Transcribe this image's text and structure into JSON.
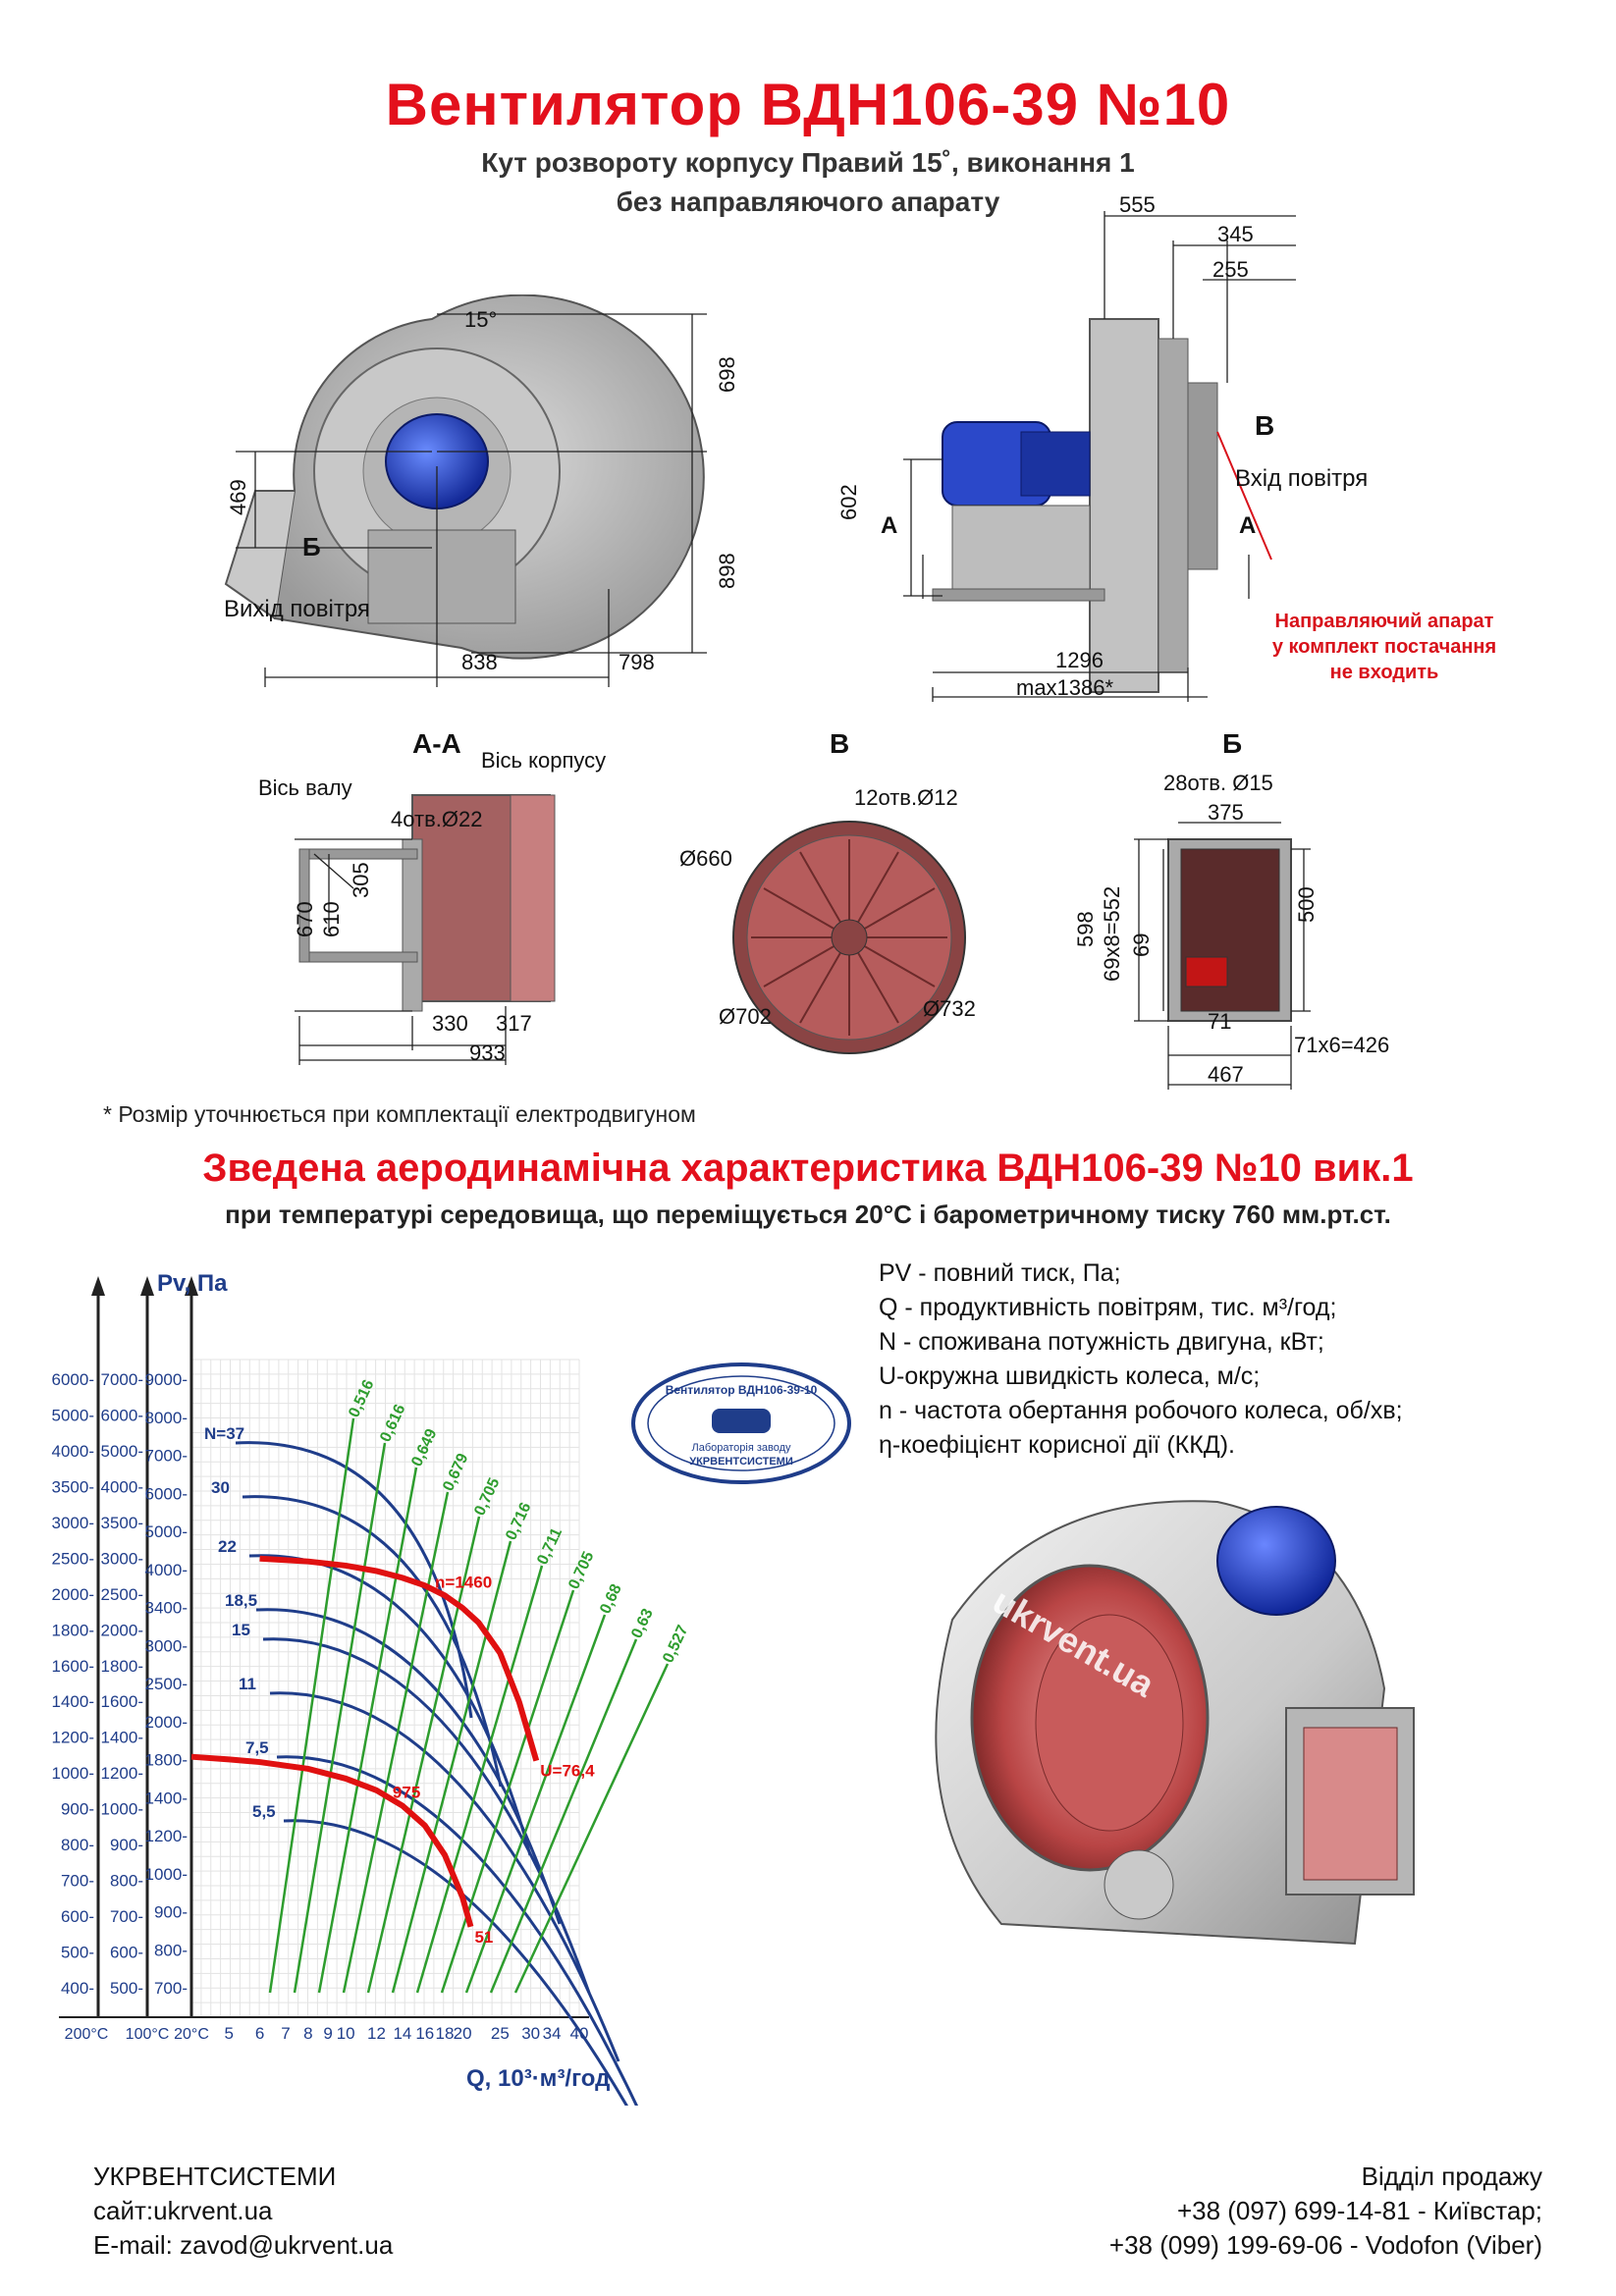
{
  "title": "Вентилятор  ВДН106-39 №10",
  "subtitle1": "Кут розвороту корпусу Правий 15˚, виконання 1",
  "subtitle2": "без направляючого апарату",
  "front_view": {
    "angle": "15°",
    "dim_469": "469",
    "dim_698": "698",
    "dim_898": "898",
    "dim_838": "838",
    "dim_798": "798",
    "label_b": "Б",
    "outlet": "Вихід повітря"
  },
  "side_view": {
    "dim_555": "555",
    "dim_345": "345",
    "dim_255": "255",
    "dim_602": "602",
    "dim_1296": "1296",
    "dim_max": "max1386*",
    "label_v": "В",
    "inlet": "Вхід повітря",
    "label_a_left": "А",
    "label_a_right": "А",
    "note_line1": "Направляючий апарат",
    "note_line2": "у комплект постачання",
    "note_line3": "не входить"
  },
  "section_aa": {
    "header": "А-А",
    "shaft_axis": "Вісь валу",
    "body_axis": "Вісь корпусу",
    "holes": "4отв.Ø22",
    "dim_670": "670",
    "dim_610": "610",
    "dim_305": "305",
    "dim_330": "330",
    "dim_317": "317",
    "dim_933": "933"
  },
  "view_v": {
    "header": "В",
    "holes": "12отв.Ø12",
    "d660": "Ø660",
    "d702": "Ø702",
    "d732": "Ø732"
  },
  "view_b": {
    "header": "Б",
    "holes": "28отв. Ø15",
    "dim_375": "375",
    "dim_598": "598",
    "dim_69x8": "69х8=552",
    "dim_69": "69",
    "dim_500": "500",
    "dim_71": "71",
    "dim_71x6": "71х6=426",
    "dim_467": "467"
  },
  "footnote": "* Розмір уточнюється при комплектації електродвигуном",
  "watermark": "ukrvent.ua",
  "section2_title": "Зведена аеродинамічна характеристика ВДН106-39 №10 вик.1",
  "section2_subtitle": "при температурі середовища, що переміщується 20°С і барометричному тиску 760 мм.рт.ст.",
  "legend": [
    "PV - повний тиск, Па;",
    "Q - продуктивність повітрям, тис. м³/год;",
    "N - споживана потужність двигуна, кВт;",
    "U-окружна швидкість колеса, м/с;",
    "n - частота обертання робочого колеса, об/хв;",
    "η-коефіцієнт корисної дії (ККД)."
  ],
  "chart_data": {
    "type": "line",
    "title": "",
    "ylabel": "Pv, Па",
    "xlabel": "Q, 10³·м³/год",
    "x_scale": "log",
    "y_scale": "log",
    "x_ticks": [
      "5",
      "6",
      "7",
      "8",
      "9",
      "10",
      "12",
      "14",
      "16",
      "18",
      "20",
      "25",
      "30",
      "34",
      "40"
    ],
    "x_temp_labels": [
      "200°C",
      "100°C",
      "20°C"
    ],
    "y_ticks_200C": [
      "6000",
      "5000",
      "4000",
      "3500",
      "3000",
      "2500",
      "2000",
      "1800",
      "1600",
      "1400",
      "1200",
      "1000",
      "900",
      "800",
      "700",
      "600",
      "500",
      "400"
    ],
    "y_ticks_100C": [
      "7000",
      "6000",
      "5000",
      "4000",
      "3500",
      "3000",
      "2500",
      "2000",
      "1800",
      "1600",
      "1400",
      "1200",
      "1000",
      "900",
      "800",
      "700",
      "600",
      "500"
    ],
    "y_ticks_20C": [
      "9000",
      "8000",
      "7000",
      "6000",
      "5000",
      "4000",
      "3400",
      "3000",
      "2500",
      "2000",
      "1800",
      "1400",
      "1200",
      "1000",
      "900",
      "800",
      "700"
    ],
    "power_labels": [
      "N=37",
      "30",
      "22",
      "18,5",
      "15",
      "11",
      "7,5",
      "5,5"
    ],
    "efficiency_labels": [
      "0,516",
      "0,616",
      "0,649",
      "0,679",
      "0,705",
      "0,716",
      "0,711",
      "0,705",
      "0,68",
      "0,63",
      "0,527"
    ],
    "series": [
      {
        "name": "n=1460",
        "color": "#e01010",
        "end_label": "U=76,4",
        "x": [
          6,
          8,
          10,
          12,
          14,
          16,
          18,
          20,
          22,
          25,
          28,
          31
        ],
        "y": [
          4220,
          4170,
          4100,
          4010,
          3900,
          3780,
          3630,
          3450,
          3250,
          2870,
          2350,
          1850
        ]
      },
      {
        "name": "975",
        "color": "#e01010",
        "end_label": "51",
        "x": [
          4,
          5,
          6,
          8,
          10,
          12,
          14,
          16,
          18,
          20,
          21
        ],
        "y": [
          1880,
          1860,
          1840,
          1790,
          1720,
          1640,
          1540,
          1420,
          1260,
          1060,
          940
        ]
      }
    ]
  },
  "stamp": {
    "line1": "Вентилятор ВДН106-39-10",
    "line2": "Лабораторія заводу",
    "line3": "УКРВЕНТСИСТЕМИ"
  },
  "footer": {
    "company": "УКРВЕНТСИСТЕМИ",
    "site": "сайт:ukrvent.ua",
    "email": "E-mail: zavod@ukrvent.ua",
    "sales": "Відділ продажу",
    "phone1": "+38 (097) 699-14-81 - Київстар;",
    "phone2": "+38 (099) 199-69-06 - Vodofon (Viber)"
  },
  "colors": {
    "red": "#e3101c",
    "blue": "#1f3d8a",
    "green": "#2e9d2e",
    "grey": "#b9bcbf"
  }
}
